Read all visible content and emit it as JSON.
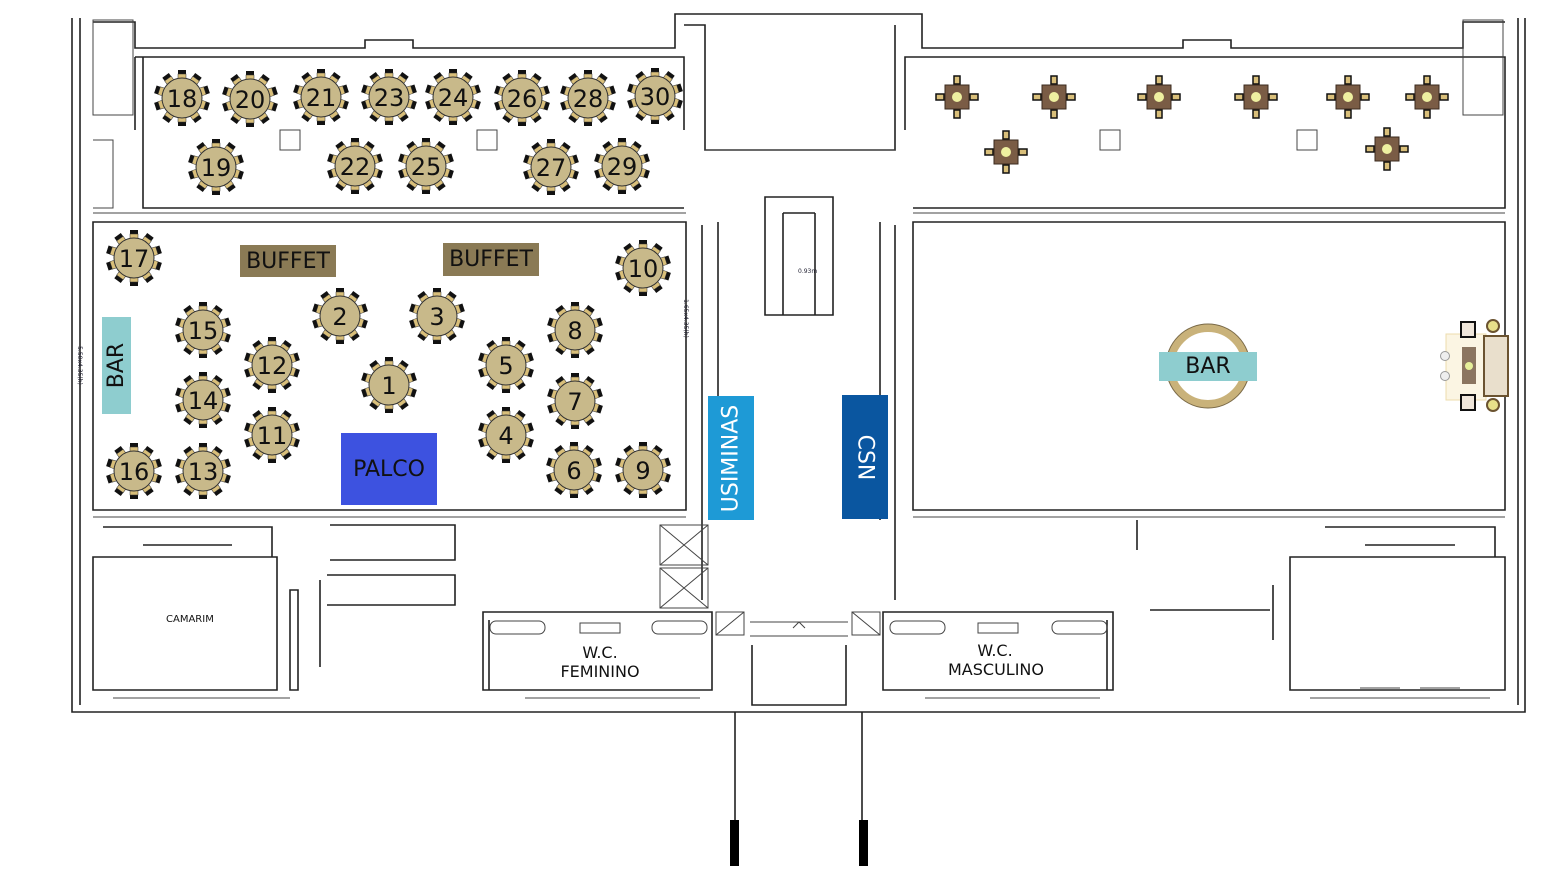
{
  "round_tables": [
    "1",
    "2",
    "3",
    "4",
    "5",
    "6",
    "7",
    "8",
    "9",
    "10",
    "11",
    "12",
    "13",
    "14",
    "15",
    "16",
    "17",
    "18",
    "19",
    "20",
    "21",
    "22",
    "23",
    "24",
    "25",
    "26",
    "27",
    "28",
    "29",
    "30"
  ],
  "square_table_count": 8,
  "labels": {
    "buffet_left": "BUFFET",
    "buffet_right": "BUFFET",
    "bar_left": "BAR",
    "bar_right": "BAR",
    "stage": "PALCO",
    "usiminas": "USIMINAS",
    "csn": "CSN",
    "dressing_room": "CAMARIM",
    "wc_fem_1": "W.C.",
    "wc_fem_2": "FEMININO",
    "wc_masc_1": "W.C.",
    "wc_masc_2": "MASCULINO",
    "dim_center": "0.93m",
    "dim_left": "5.50x4.35(h)",
    "dim_corridor": "1.65x4.35(h)"
  },
  "colors": {
    "table": "#c8b98a",
    "chair": "#d9bf7a",
    "buffet": "#8a7a55",
    "bar": "#8ecdcf",
    "stage": "#3d52e0",
    "usiminas": "#1e9ad6",
    "csn": "#0a56a0",
    "square_table": "#7a5c45"
  }
}
